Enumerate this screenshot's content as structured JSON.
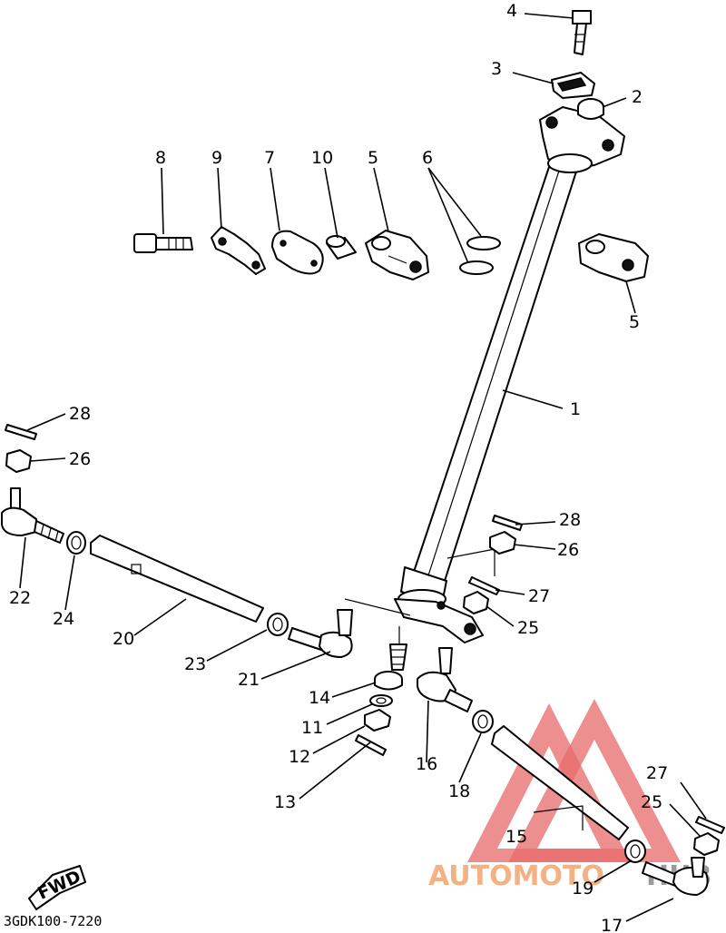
{
  "diagram_code": "3GDK100-7220",
  "fwd_label": "FWD",
  "watermark": {
    "text_a": "AUTOMOTO",
    "text_b": "HUB",
    "color_a": "#f4b183",
    "color_b": "#9a9a9a",
    "triangle_color": "#e05050"
  },
  "callouts": [
    {
      "id": "c4",
      "text": "4"
    },
    {
      "id": "c3",
      "text": "3"
    },
    {
      "id": "c2",
      "text": "2"
    },
    {
      "id": "c8",
      "text": "8"
    },
    {
      "id": "c9",
      "text": "9"
    },
    {
      "id": "c7",
      "text": "7"
    },
    {
      "id": "c10",
      "text": "10"
    },
    {
      "id": "c5a",
      "text": "5"
    },
    {
      "id": "c6",
      "text": "6"
    },
    {
      "id": "c5b",
      "text": "5"
    },
    {
      "id": "c1",
      "text": "1"
    },
    {
      "id": "c28a",
      "text": "28"
    },
    {
      "id": "c26a",
      "text": "26"
    },
    {
      "id": "c22",
      "text": "22"
    },
    {
      "id": "c24",
      "text": "24"
    },
    {
      "id": "c20",
      "text": "20"
    },
    {
      "id": "c23",
      "text": "23"
    },
    {
      "id": "c21",
      "text": "21"
    },
    {
      "id": "c28b",
      "text": "28"
    },
    {
      "id": "c26b",
      "text": "26"
    },
    {
      "id": "c27a",
      "text": "27"
    },
    {
      "id": "c25a",
      "text": "25"
    },
    {
      "id": "c14",
      "text": "14"
    },
    {
      "id": "c11",
      "text": "11"
    },
    {
      "id": "c12",
      "text": "12"
    },
    {
      "id": "c13",
      "text": "13"
    },
    {
      "id": "c16",
      "text": "16"
    },
    {
      "id": "c18",
      "text": "18"
    },
    {
      "id": "c15",
      "text": "15"
    },
    {
      "id": "c19",
      "text": "19"
    },
    {
      "id": "c27b",
      "text": "27"
    },
    {
      "id": "c25b",
      "text": "25"
    },
    {
      "id": "c17",
      "text": "17"
    }
  ]
}
